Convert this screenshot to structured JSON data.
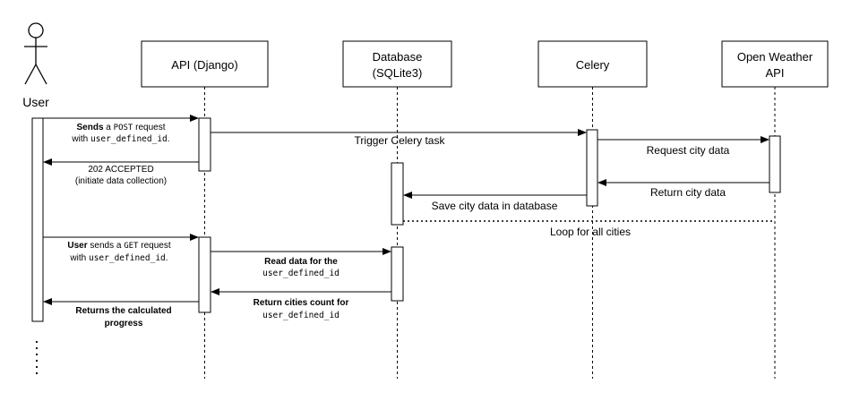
{
  "participants": {
    "user": "User",
    "api": "API (Django)",
    "db_line1": "Database",
    "db_line2": "(SQLite3)",
    "celery": "Celery",
    "weather_line1": "Open Weather",
    "weather_line2": "API"
  },
  "messages": {
    "m1_bold": "Sends",
    "m1_a": " a ",
    "m1_code1": "POST",
    "m1_b": " request",
    "m1_with": "with ",
    "m1_code2": "user_defined_id",
    "m1_dot": ".",
    "m2": "Trigger Celery task",
    "m3": "Request city data",
    "m4_line1": "202 ACCEPTED",
    "m4_line2": "(initiate data collection)",
    "m5": "Return city data",
    "m6": "Save city data in database",
    "loop": "Loop for all cities",
    "m7_bold": "User",
    "m7_a": " sends a ",
    "m7_code1": "GET",
    "m7_b": "  request",
    "m7_with": "with ",
    "m7_code2": "user_defined_id",
    "m7_dot": ".",
    "m8_line1": "Read data for the",
    "m8_line2": "user_defined_id",
    "m9_line1": "Return cities count for",
    "m9_line2": "user_defined_id",
    "m10_line1": "Returns the calculated",
    "m10_line2": "progress"
  }
}
